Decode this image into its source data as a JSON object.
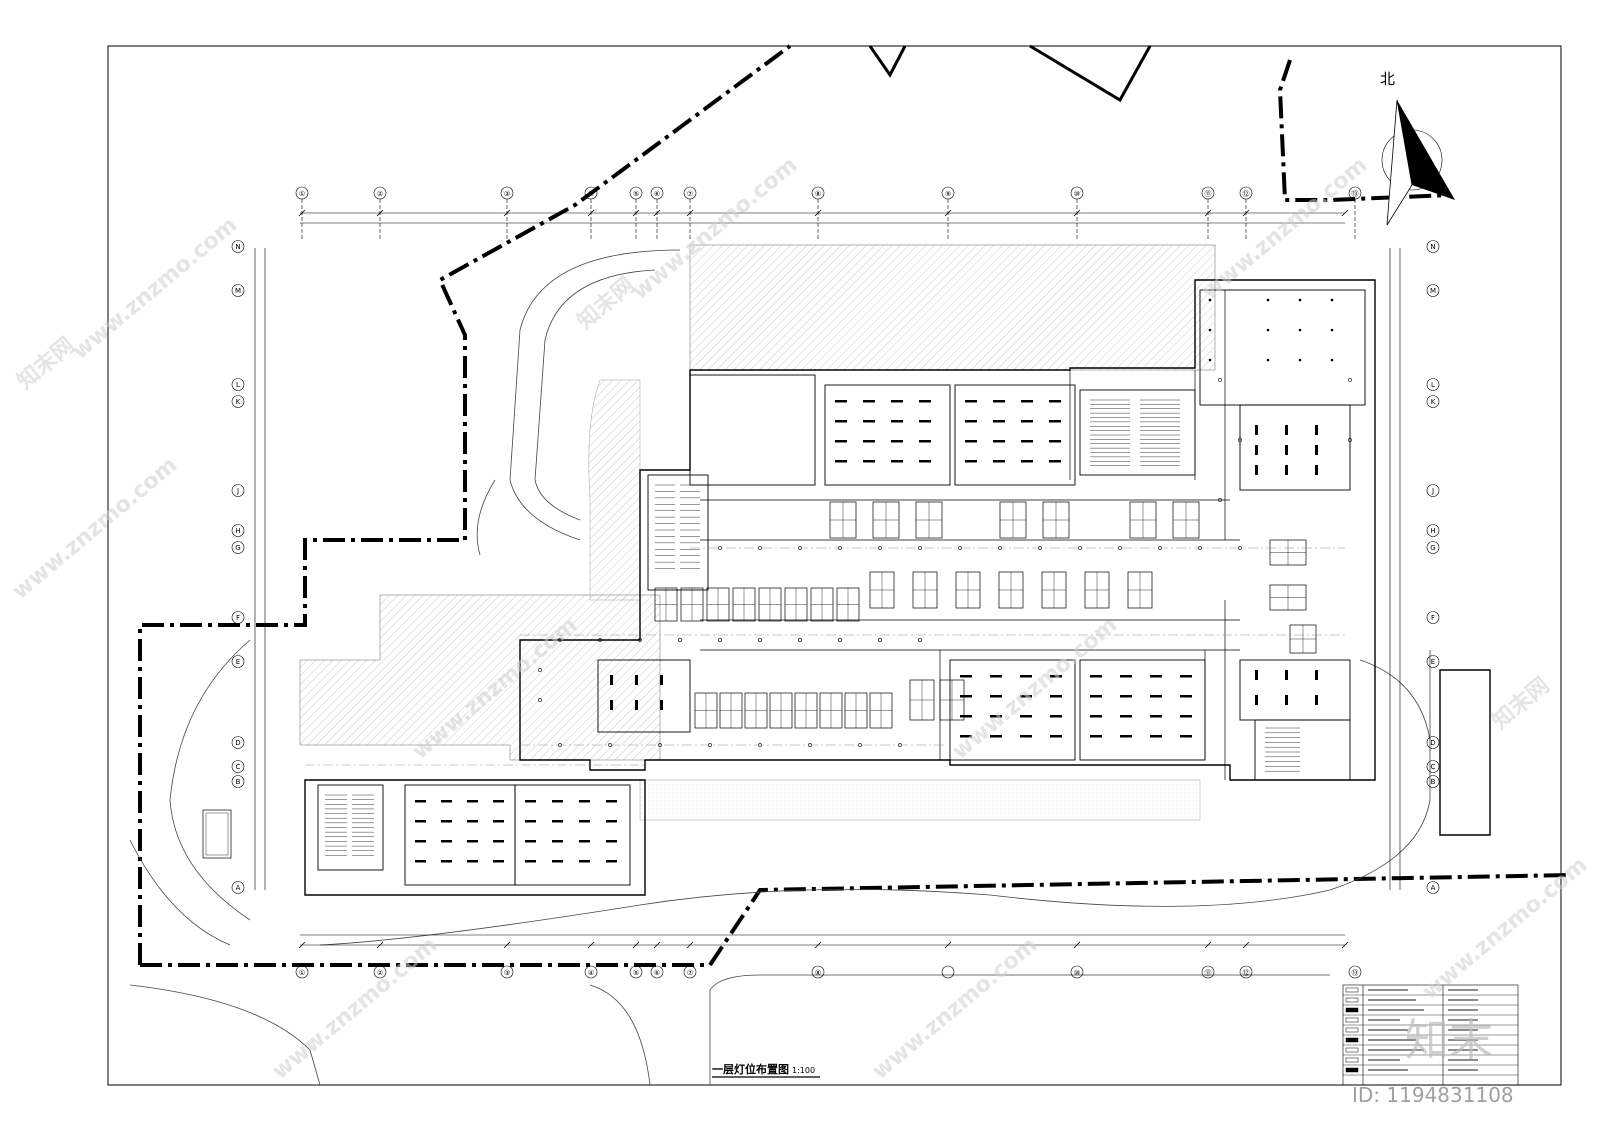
{
  "drawing": {
    "title": "一层灯位布置图",
    "scale": "1:100",
    "north_label": "北",
    "top_axes": [
      "①",
      "②",
      "③",
      "④",
      "⑤",
      "⑥",
      "⑦",
      "⑧",
      "⑨",
      "⑩",
      "⑪",
      "⑫",
      "⑬"
    ],
    "left_axes": [
      "N",
      "M",
      "L",
      "K",
      "J",
      "H",
      "G",
      "F",
      "E",
      "D",
      "C",
      "B",
      "A"
    ]
  },
  "watermark": {
    "site": "www.znzmo.com",
    "brand": "知末网",
    "logo": "知末",
    "id_text": "ID: 1194831108"
  },
  "icons": {
    "north": "north-arrow-icon",
    "luminaire": "ceiling-light-icon"
  },
  "colors": {
    "line": "#000000",
    "hatch": "#9a9a9a",
    "watermark": "#cfcfcf"
  }
}
